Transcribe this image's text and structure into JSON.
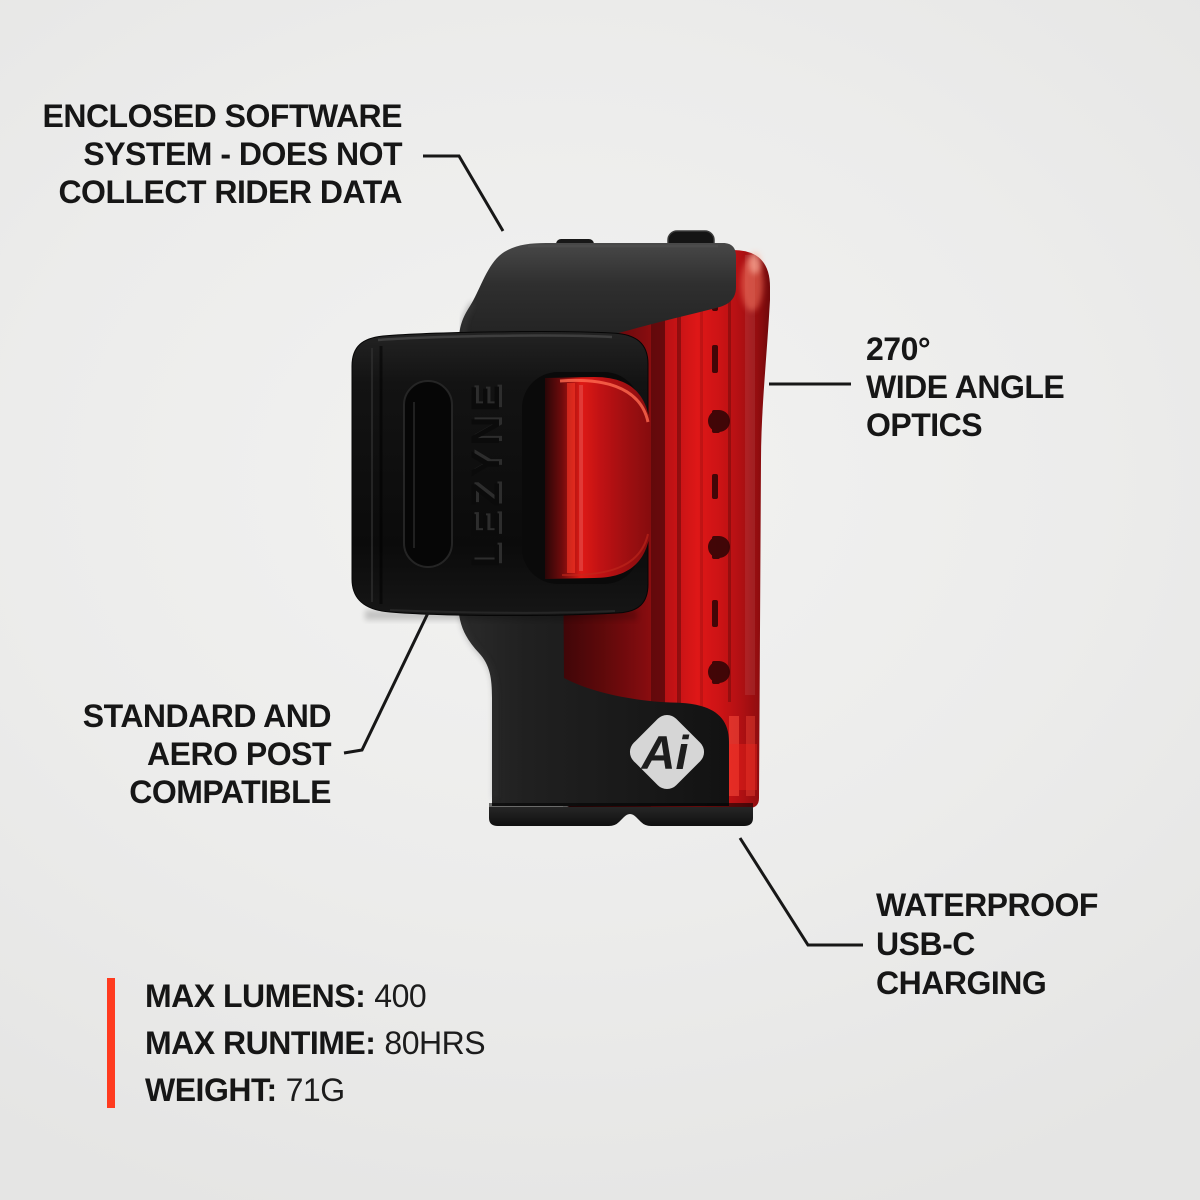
{
  "meta": {
    "background_color": "#EDEDEC",
    "text_color": "#161616",
    "accent_color": "#FF3B1F",
    "lens_color": "#D01316",
    "body_color": "#1E1E1E"
  },
  "annotations": {
    "software": {
      "lines": [
        "ENCLOSED SOFTWARE",
        "SYSTEM - DOES NOT",
        "COLLECT RIDER DATA"
      ]
    },
    "optics": {
      "lines": [
        "270°",
        "WIDE ANGLE",
        "OPTICS"
      ]
    },
    "mount": {
      "lines": [
        "STANDARD AND",
        "AERO POST",
        "COMPATIBLE"
      ]
    },
    "charging": {
      "lines": [
        "WATERPROOF",
        "USB-C",
        "CHARGING"
      ]
    }
  },
  "specs": [
    {
      "label": "MAX LUMENS:",
      "value": "400"
    },
    {
      "label": "MAX RUNTIME:",
      "value": "80HRS"
    },
    {
      "label": "WEIGHT:",
      "value": "71G"
    }
  ],
  "product": {
    "brand": "LEZYNE",
    "badge": "Ai"
  }
}
